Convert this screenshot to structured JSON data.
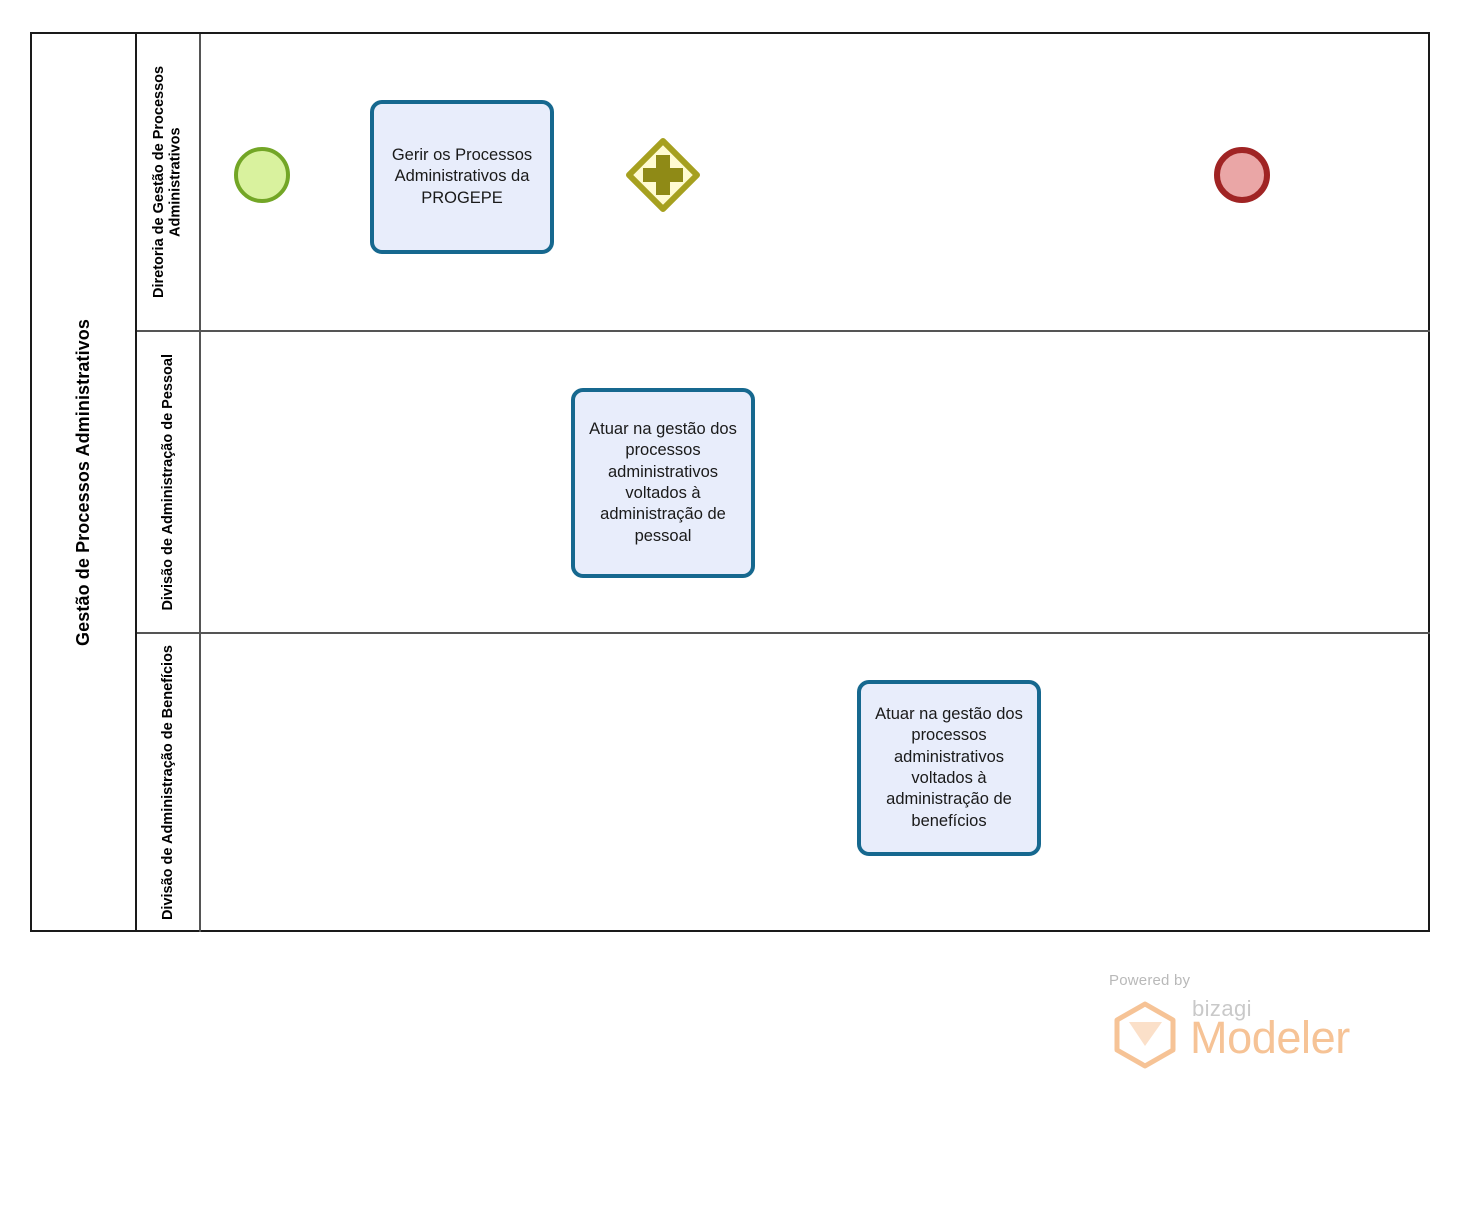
{
  "diagram": {
    "type": "bpmn-process-diagram",
    "pool": {
      "name": "Gestão de Processos Administrativos"
    },
    "lanes": [
      {
        "id": "lane-1",
        "name": "Diretoria de Gestão de Processos Administrativos"
      },
      {
        "id": "lane-2",
        "name": "Divisão de Administração de Pessoal"
      },
      {
        "id": "lane-3",
        "name": "Divisão de Administração de Benefícios"
      }
    ],
    "nodes": {
      "start_event": {
        "type": "start-event",
        "label": "",
        "lane": "lane-1"
      },
      "task_1": {
        "type": "task",
        "label": "Gerir os Processos Administrativos da PROGEPE",
        "lane": "lane-1"
      },
      "gateway_1": {
        "type": "parallel-gateway",
        "symbol": "+",
        "label": "",
        "lane": "lane-1"
      },
      "task_2": {
        "type": "task",
        "label": "Atuar na gestão dos processos administrativos voltados à administração de pessoal",
        "lane": "lane-2"
      },
      "task_3": {
        "type": "task",
        "label": "Atuar na gestão dos processos administrativos voltados à administração de benefícios",
        "lane": "lane-3"
      },
      "end_event": {
        "type": "end-event",
        "label": "",
        "lane": "lane-1"
      }
    },
    "flows": [
      {
        "from": "start_event",
        "to": "task_1"
      },
      {
        "from": "task_1",
        "to": "gateway_1"
      },
      {
        "from": "gateway_1",
        "to": "task_2"
      },
      {
        "from": "gateway_1",
        "to": "task_3"
      },
      {
        "from": "task_2",
        "to": "end_event"
      },
      {
        "from": "task_3",
        "to": "end_event"
      }
    ],
    "colors": {
      "start_event_fill": "#d9f29e",
      "start_event_stroke": "#73a626",
      "end_event_fill": "#eaa6a6",
      "end_event_stroke": "#a02424",
      "task_fill": "#e8edfb",
      "task_stroke": "#16688f",
      "gateway_fill": "#fffbd1",
      "gateway_stroke": "#a6a01f",
      "gateway_symbol": "#8f8a16",
      "connector": "#000000",
      "pool_border": "#1a1a1a",
      "lane_border": "#555555"
    }
  },
  "footer": {
    "powered_by": "Powered by",
    "brand": "bizagi",
    "product": "Modeler",
    "brand_color": "#f6c396"
  }
}
